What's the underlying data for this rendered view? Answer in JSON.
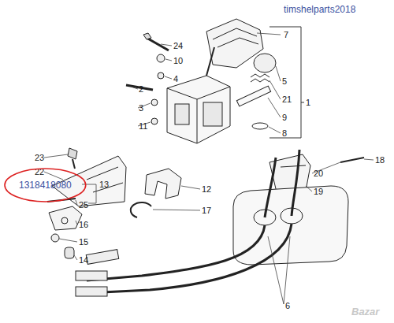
{
  "diagram": {
    "nodes": [
      {
        "text": [
          "1318418080"
        ]
      }
    ],
    "labels": [
      "timshelparts2018",
      "24",
      "7",
      "10",
      "5",
      "2",
      "4",
      "21",
      "1",
      "3",
      "9",
      "11",
      "8",
      "23",
      "18",
      "22",
      "20",
      "19",
      "13",
      "25",
      "16",
      "12",
      "15",
      "17",
      "14",
      "6",
      "Bazar"
    ]
  }
}
